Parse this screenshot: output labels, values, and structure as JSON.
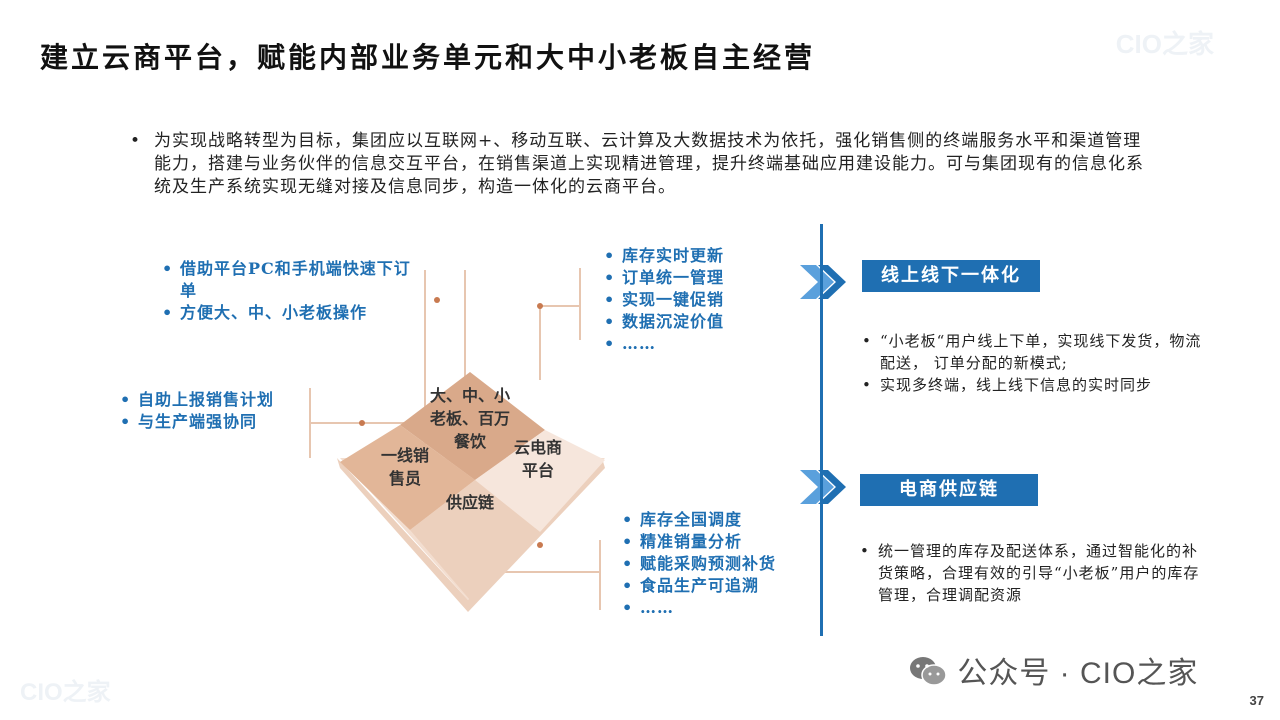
{
  "title": "建立云商平台，赋能内部业务单元和大中小老板自主经营",
  "watermark": "CIO之家",
  "intro": "为实现战略转型为目标，集团应以互联网+、移动互联、云计算及大数据技术为依托，强化销售侧的终端服务水平和渠道管理能力，搭建与业务伙伴的信息交互平台，在销售渠道上实现精进管理，提升终端基础应用建设能力。可与集团现有的信息化系统及生产系统实现无缝对接及信息同步，构造一体化的云商平台。",
  "top_left_items": [
    "借助平台PC和手机端快速下订单",
    "方便大、中、小老板操作"
  ],
  "mid_left_items": [
    "自助上报销售计划",
    "与生产端强协同"
  ],
  "top_right_items": [
    "库存实时更新",
    "订单统一管理",
    "实现一键促销",
    "数据沉淀价值",
    "……"
  ],
  "bottom_right_items": [
    "库存全国调度",
    "精准销量分析",
    "赋能采购预测补货",
    "食品生产可追溯",
    "……"
  ],
  "cube": {
    "top": "大、中、小\n老板、百万\n餐饮",
    "left": "一线销\n售员",
    "right": "云电商\n平台",
    "bottom": "供应链"
  },
  "sections": [
    {
      "badge": "线上线下一体化",
      "items": [
        "“小老板“用户线上下单，实现线下发货，物流配送， 订单分配的新模式;",
        "实现多终端，线上线下信息的实时同步"
      ]
    },
    {
      "badge": "电商供应链",
      "items": [
        "统一管理的库存及配送体系，通过智能化的补货策略，合理有效的引导“小老板”用户的库存管理，合理调配资源"
      ]
    }
  ],
  "footer": {
    "channel": "公众号 · CIO之家",
    "icon": "wechat-icon"
  },
  "page_number": "37",
  "colors": {
    "accent_blue": "#1f6fb2",
    "cube_dark": "#d9a98a",
    "cube_light": "#f6e6dc",
    "connector": "#e7c6b0"
  }
}
